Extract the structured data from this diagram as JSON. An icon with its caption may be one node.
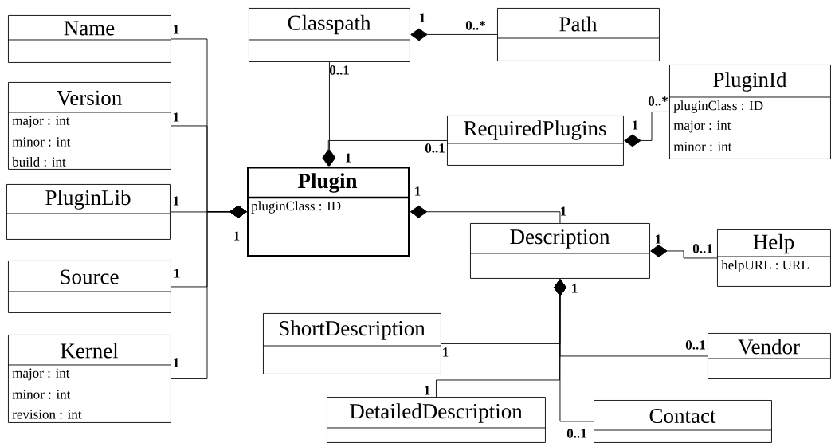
{
  "diagram": {
    "nodes": [
      {
        "text": [
          "Name"
        ]
      },
      {
        "text": [
          "Version",
          "major : int",
          "minor : int",
          "build : int"
        ]
      },
      {
        "text": [
          "PluginLib"
        ]
      },
      {
        "text": [
          "Source"
        ]
      },
      {
        "text": [
          "Kernel",
          "major : int",
          "minor : int",
          "revision : int"
        ]
      },
      {
        "text": [
          "Classpath"
        ]
      },
      {
        "text": [
          "Path"
        ]
      },
      {
        "text": [
          "PluginId",
          "pluginClass : ID",
          "major : int",
          "minor : int"
        ]
      },
      {
        "text": [
          "RequiredPlugins"
        ]
      },
      {
        "text": [
          "Plugin",
          "pluginClass : ID"
        ]
      },
      {
        "text": [
          "Description"
        ]
      },
      {
        "text": [
          "Help",
          "helpURL : URL"
        ]
      },
      {
        "text": [
          "ShortDescription"
        ]
      },
      {
        "text": [
          "Vendor"
        ]
      },
      {
        "text": [
          "DetailedDescription"
        ]
      },
      {
        "text": [
          "Contact"
        ]
      }
    ],
    "edges": [
      {
        "from": 0,
        "to": 9,
        "arrow": "other"
      },
      {
        "from": 1,
        "to": 9,
        "arrow": "other"
      },
      {
        "from": 2,
        "to": 9,
        "arrow": "other"
      },
      {
        "from": 3,
        "to": 9,
        "arrow": "other"
      },
      {
        "from": 4,
        "to": 9,
        "arrow": "other"
      },
      {
        "from": 5,
        "to": 9,
        "arrow": "other"
      },
      {
        "from": 8,
        "to": 9,
        "arrow": "other"
      },
      {
        "from": 6,
        "to": 5,
        "arrow": "other"
      },
      {
        "from": 7,
        "to": 8,
        "arrow": "other"
      },
      {
        "from": 10,
        "to": 9,
        "arrow": "other"
      },
      {
        "from": 11,
        "to": 10,
        "arrow": "other"
      },
      {
        "from": 12,
        "to": 10,
        "arrow": "other"
      },
      {
        "from": 13,
        "to": 10,
        "arrow": "other"
      },
      {
        "from": 14,
        "to": 10,
        "arrow": "other"
      },
      {
        "from": 15,
        "to": 10,
        "arrow": "other"
      }
    ],
    "labels": [
      "1",
      "1",
      "0..*",
      "0..1",
      "0..*",
      "1",
      "1",
      "0..1",
      "1",
      "1",
      "1",
      "1",
      "1",
      "1",
      "0..1",
      "1",
      "1",
      "0..1",
      "1",
      "1",
      "1",
      "0..1"
    ]
  }
}
